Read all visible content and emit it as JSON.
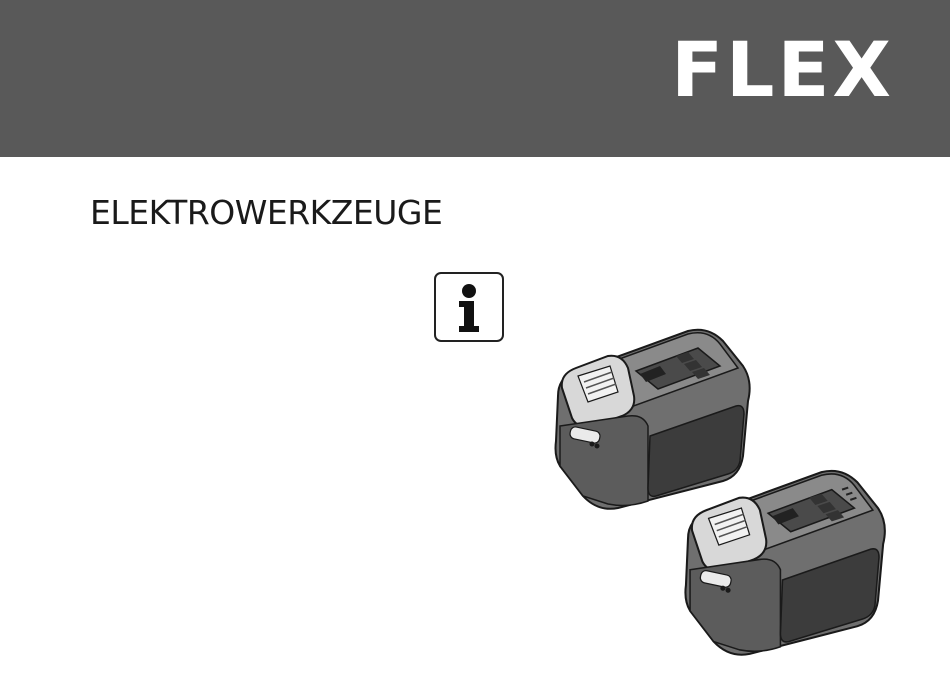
{
  "header": {
    "brand": "FLEX",
    "background_color": "#595959"
  },
  "document": {
    "category": "ELEKTROWERKZEUGE"
  },
  "icons": {
    "info": "info-icon"
  },
  "images": {
    "product": "battery-pack-illustration",
    "count": 2
  }
}
